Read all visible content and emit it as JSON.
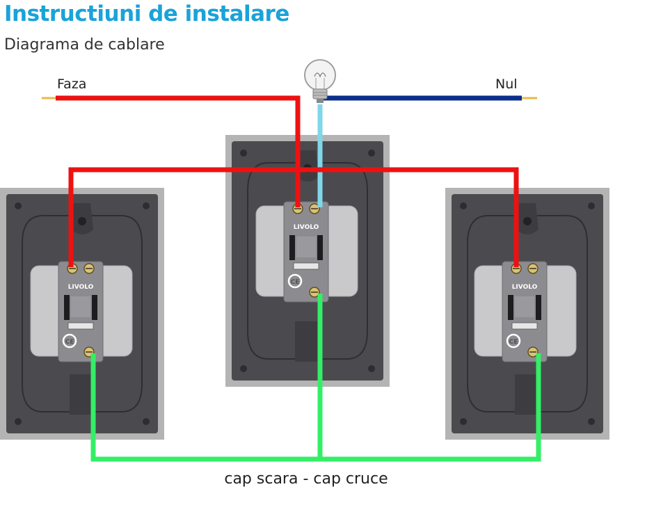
{
  "header": {
    "title": "Instructiuni de instalare",
    "subtitle": "Diagrama de cablare"
  },
  "labels": {
    "phase": "Faza",
    "neutral": "Nul",
    "bottom": "cap scara - cap cruce"
  },
  "module_text": {
    "brand": "LIVOLO",
    "ce": "CE"
  },
  "colors": {
    "title": "#1aa3d8",
    "phase_wire": "#ee1111",
    "neutral_wire": "#0b2f8c",
    "lamp_wire": "#7fd7e8",
    "traveler_wire": "#33ee66",
    "plate_border": "#b4b4b4",
    "plate_fill": "#4b4b4f",
    "module_body": "#c9c9cc",
    "module_core": "#8c8c90"
  },
  "icons": {
    "lamp": "light-bulb-icon",
    "screw": "screw-terminal-icon"
  }
}
